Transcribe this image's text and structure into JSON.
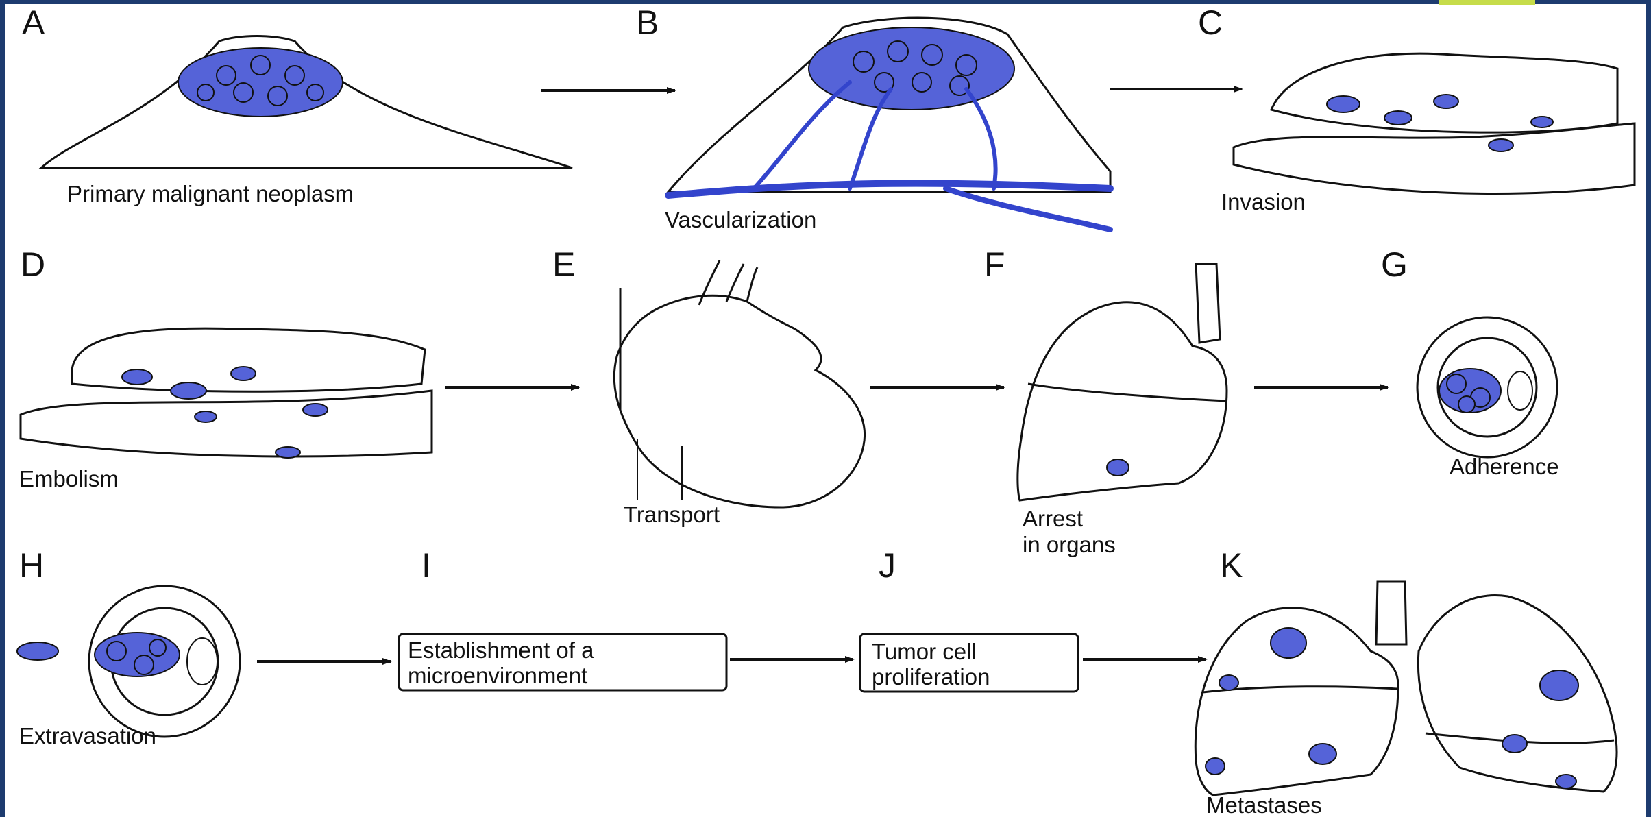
{
  "colors": {
    "border_frame": "#1d3b6f",
    "accent_bar": "#c6dc4a",
    "tumor_cell": "#5563d8",
    "vessel": "#3344cc"
  },
  "panels": [
    {
      "letter": "A",
      "label": "Primary malignant neoplasm"
    },
    {
      "letter": "B",
      "label": "Vascularization"
    },
    {
      "letter": "C",
      "label": "Invasion"
    },
    {
      "letter": "D",
      "label": "Embolism"
    },
    {
      "letter": "E",
      "label": "Transport"
    },
    {
      "letter": "F",
      "label_lines": [
        "Arrest",
        "in organs"
      ]
    },
    {
      "letter": "G",
      "label": "Adherence"
    },
    {
      "letter": "H",
      "label": "Extravasation"
    },
    {
      "letter": "I",
      "box_lines": [
        "Establishment of a",
        "microenvironment"
      ]
    },
    {
      "letter": "J",
      "box_lines": [
        "Tumor cell",
        "proliferation"
      ]
    },
    {
      "letter": "K",
      "label": "Metastases"
    }
  ]
}
